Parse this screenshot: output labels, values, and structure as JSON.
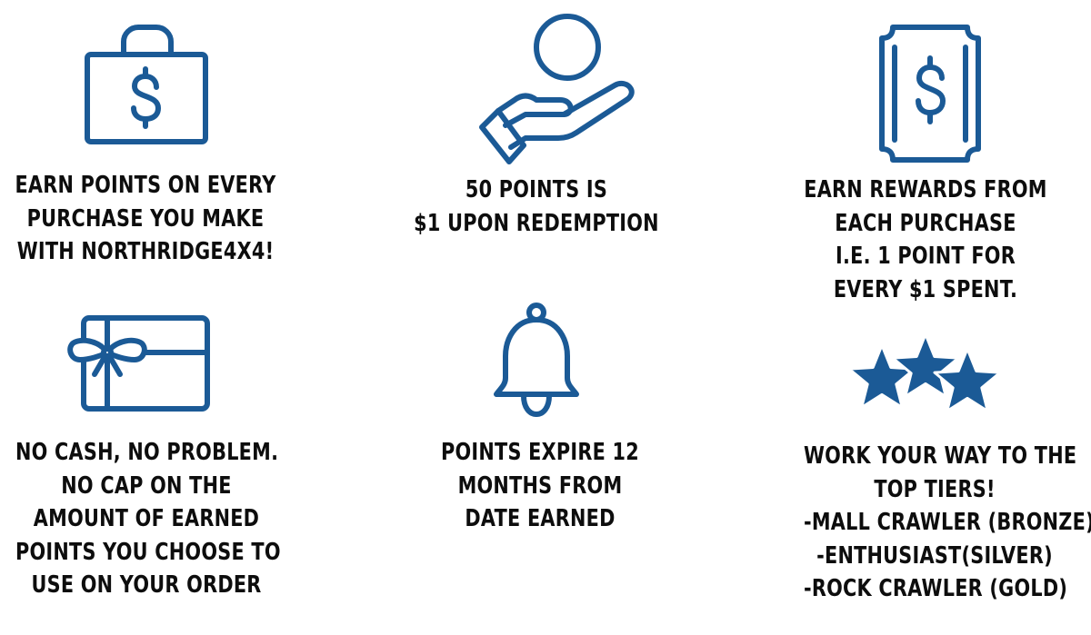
{
  "theme": {
    "icon_color": "#1b5a96",
    "text_color": "#0d0d0d",
    "background": "#ffffff"
  },
  "features": [
    {
      "icon": "shopping-bag-dollar-icon",
      "lines": [
        "EARN POINTS ON EVERY",
        "PURCHASE YOU MAKE",
        "WITH NORTHRIDGE4X4!"
      ]
    },
    {
      "icon": "hand-coin-icon",
      "lines": [
        "50 POINTS IS",
        "$1 UPON REDEMPTION"
      ]
    },
    {
      "icon": "receipt-dollar-icon",
      "lines": [
        "EARN REWARDS FROM",
        "EACH PURCHASE",
        "I.E. 1 POINT FOR",
        "EVERY $1 SPENT."
      ]
    },
    {
      "icon": "gift-card-icon",
      "lines": [
        "NO CASH, NO PROBLEM.",
        "NO CAP ON THE",
        "AMOUNT OF EARNED",
        "POINTS YOU CHOOSE TO",
        "USE ON YOUR ORDER"
      ]
    },
    {
      "icon": "bell-icon",
      "lines": [
        "POINTS EXPIRE 12",
        "MONTHS FROM",
        "DATE EARNED"
      ]
    },
    {
      "icon": "three-stars-icon",
      "lines": [
        "WORK YOUR WAY TO THE",
        "TOP TIERS!",
        "-MALL CRAWLER (BRONZE)",
        "-ENTHUSIAST(SILVER)",
        "-ROCK CRAWLER (GOLD)"
      ]
    }
  ]
}
